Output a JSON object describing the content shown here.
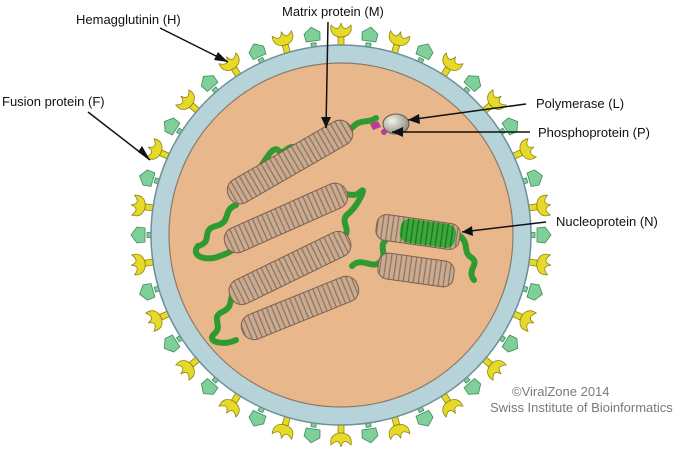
{
  "labels": {
    "hemagglutinin": "Hemagglutinin (H)",
    "matrix": "Matrix protein (M)",
    "fusion": "Fusion protein (F)",
    "polymerase": "Polymerase (L)",
    "phosphoprotein": "Phosphoprotein (P)",
    "nucleoprotein": "Nucleoprotein (N)"
  },
  "credit": {
    "line1": "©ViralZone 2014",
    "line2": "Swiss Institute of Bioinformatics"
  },
  "colors": {
    "interior": "#e8b88c",
    "membrane": "#b7d3da",
    "membrane_edge": "#6f8f98",
    "hemagglutinin": "#e6d92a",
    "fusion": "#7fcf9a",
    "helix": "#c9ab91",
    "helix_stripe": "#8f6f5a",
    "rna": "#2f9a2f",
    "polymerase": "#b8b8a8",
    "phosphoprotein": "#c0399a"
  }
}
